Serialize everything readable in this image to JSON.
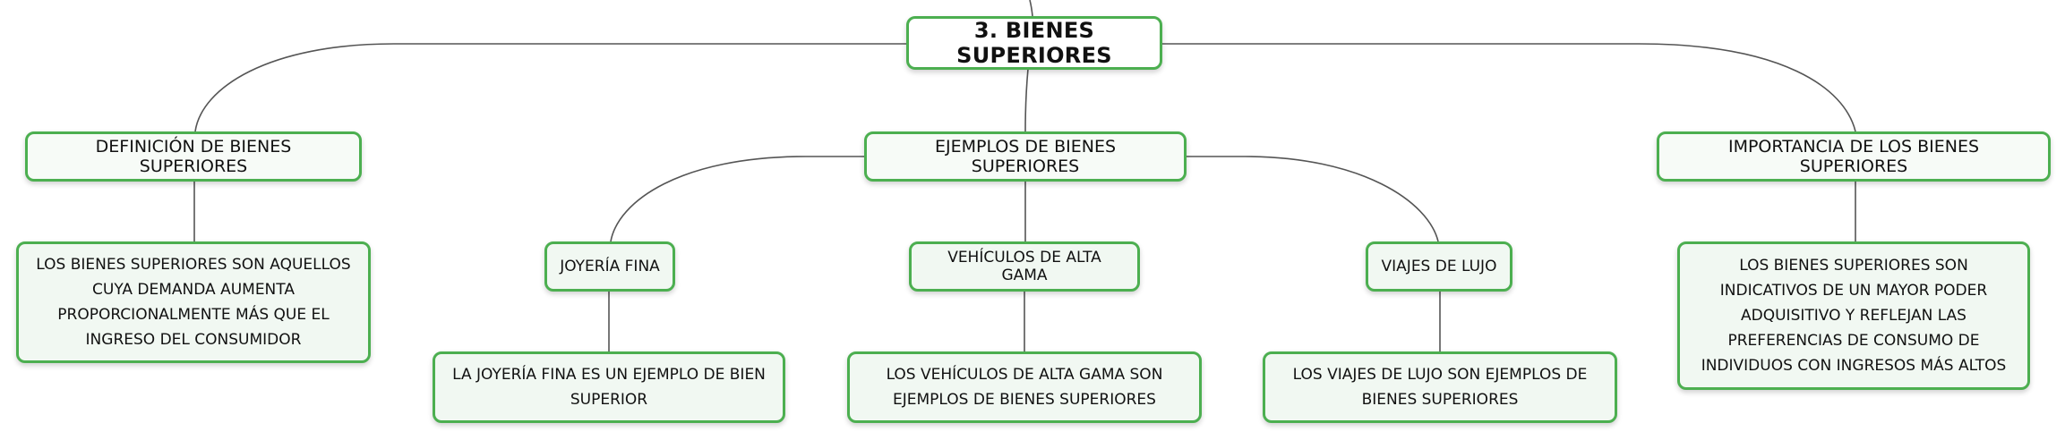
{
  "diagram": {
    "colors": {
      "border": "#4caf50",
      "fill": "#f1f8f2",
      "line": "#555555",
      "text": "#111111"
    },
    "root": {
      "label": "3. BIENES SUPERIORES"
    },
    "branches": [
      {
        "label": "DEFINICIÓN DE BIENES SUPERIORES",
        "details": [
          "LOS BIENES SUPERIORES SON AQUELLOS CUYA DEMANDA AUMENTA PROPORCIONALMENTE MÁS QUE EL INGRESO DEL CONSUMIDOR"
        ]
      },
      {
        "label": "EJEMPLOS DE BIENES SUPERIORES",
        "children": [
          {
            "label": "JOYERÍA FINA",
            "detail": "LA JOYERÍA FINA ES UN EJEMPLO DE BIEN SUPERIOR"
          },
          {
            "label": "VEHÍCULOS DE ALTA GAMA",
            "detail": "LOS VEHÍCULOS DE ALTA GAMA SON EJEMPLOS DE BIENES SUPERIORES"
          },
          {
            "label": "VIAJES DE LUJO",
            "detail": "LOS VIAJES DE LUJO SON EJEMPLOS DE BIENES SUPERIORES"
          }
        ]
      },
      {
        "label": "IMPORTANCIA DE LOS BIENES SUPERIORES",
        "details": [
          "LOS BIENES SUPERIORES SON INDICATIVOS DE UN MAYOR PODER ADQUISITIVO Y REFLEJAN LAS PREFERENCIAS DE CONSUMO DE INDIVIDUOS CON INGRESOS MÁS ALTOS"
        ]
      }
    ]
  }
}
